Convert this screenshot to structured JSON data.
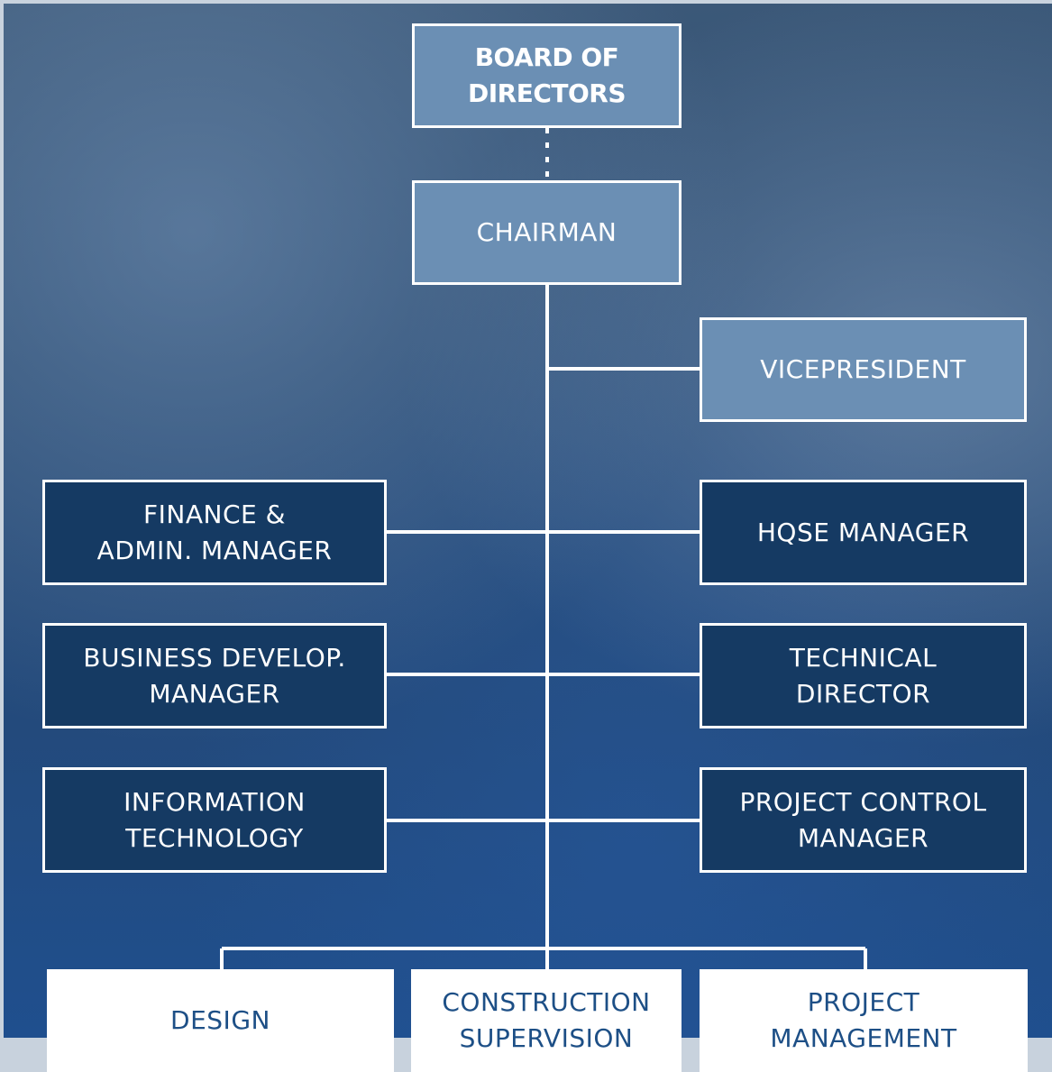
{
  "colors": {
    "light_box": "#6b8fb4",
    "dark_box": "#153a63",
    "white_box": "#ffffff",
    "white_text": "#1d4f86",
    "connector": "#ffffff"
  },
  "org_chart": {
    "board": "BOARD OF\nDIRECTORS",
    "chairman": "CHAIRMAN",
    "vice_president": "VICEPRESIDENT",
    "finance": "FINANCE &\nADMIN. MANAGER",
    "hqse": "HQSE MANAGER",
    "business_dev": "BUSINESS DEVELOP.\nMANAGER",
    "technical_director": "TECHNICAL\nDIRECTOR",
    "information_technology": "INFORMATION\nTECHNOLOGY",
    "project_control": "PROJECT CONTROL\nMANAGER",
    "design": "DESIGN",
    "construction": "CONSTRUCTION\nSUPERVISION",
    "project_management": "PROJECT\nMANAGEMENT"
  }
}
